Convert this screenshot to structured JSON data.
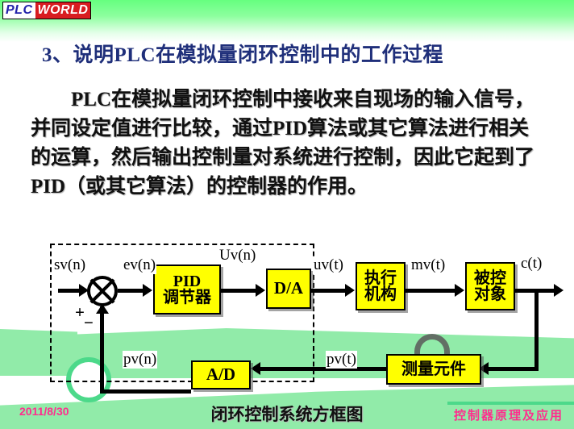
{
  "logo": {
    "part1": "PLC",
    "part2": "WORLD"
  },
  "slide": {
    "title": "3、说明PLC在模拟量闭环控制中的工作过程",
    "body": "PLC在模拟量闭环控制中接收来自现场的输入信号，并同设定值进行比较，通过PID算法或其它算法进行相关的运算，然后输出控制量对系统进行控制，因此它起到了PID（或其它算法）的控制器的作用。",
    "caption": "闭环控制系统方框图",
    "date": "2011/8/30",
    "footer_right": "控制器原理及应用"
  },
  "diagram": {
    "blocks": {
      "pid_line1": "PID",
      "pid_line2": "调节器",
      "da": "D/A",
      "actuator_line1": "执行",
      "actuator_line2": "机构",
      "plant_line1": "被控",
      "plant_line2": "对象",
      "sensor": "测量元件",
      "ad": "A/D"
    },
    "signals": {
      "sv_n": "sv(n)",
      "ev_n": "ev(n)",
      "uv_n": "Uv(n)",
      "uv_t": "uv(t)",
      "mv_t": "mv(t)",
      "c_t": "c(t)",
      "pv_t": "pv(t)",
      "pv_n": "pv(n)"
    },
    "signs": {
      "plus": "+",
      "minus": "−"
    }
  },
  "colors": {
    "block_fill": "#ffff00",
    "title": "#1f2f7a",
    "accent_green": "#7ee89a",
    "footer_pink": "#ff2d8e",
    "logo_red": "#d81c20",
    "logo_blue": "#2222aa"
  }
}
